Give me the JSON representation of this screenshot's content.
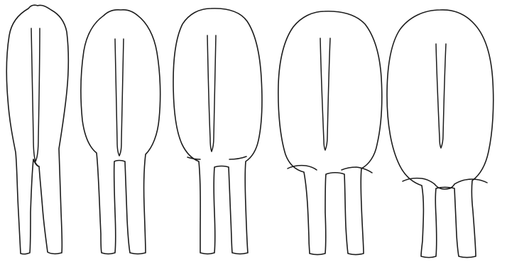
{
  "figure": {
    "background": "#ffffff",
    "line_color": "#1c1c1c",
    "silhouettes": [
      {
        "id": "cow-rear-1",
        "description_level": 1
      },
      {
        "id": "cow-rear-2",
        "description_level": 2
      },
      {
        "id": "cow-rear-3",
        "description_level": 3
      },
      {
        "id": "cow-rear-4",
        "description_level": 4
      },
      {
        "id": "cow-rear-5",
        "description_level": 5
      }
    ]
  }
}
